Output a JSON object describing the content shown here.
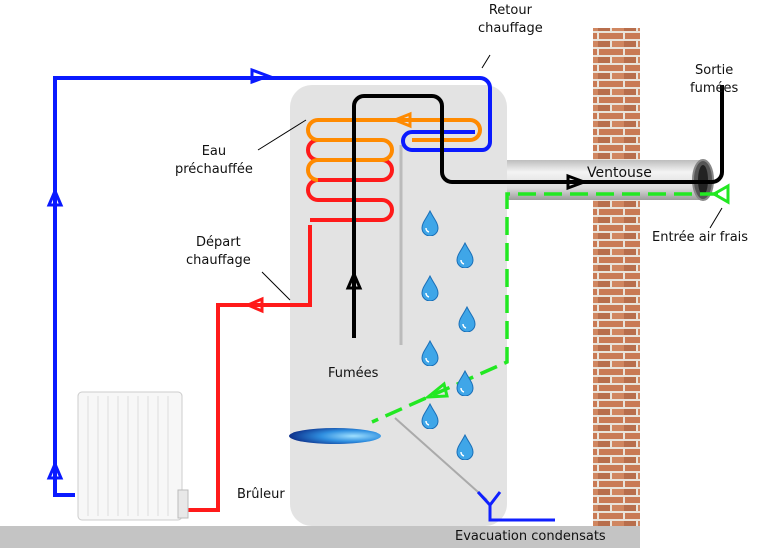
{
  "labels": {
    "retour": "Retour\nchauffage",
    "sortie": "Sortie\nfumées",
    "eau": "Eau\npréchauffée",
    "ventouse": "Ventouse",
    "entree": "Entrée air frais",
    "depart": "Départ\nchauffage",
    "fumees": "Fumées",
    "bruleur": "Brûleur",
    "evacuation": "Evacuation condensats"
  },
  "colors": {
    "cold_return": "#0a1aff",
    "hot_supply": "#ff1a1a",
    "preheated": "#ff8a00",
    "flue": "#000000",
    "fresh_air": "#22e822",
    "boiler": "#e3e3e3",
    "brick": "#c97a55",
    "ground": "#c4c4c4"
  }
}
